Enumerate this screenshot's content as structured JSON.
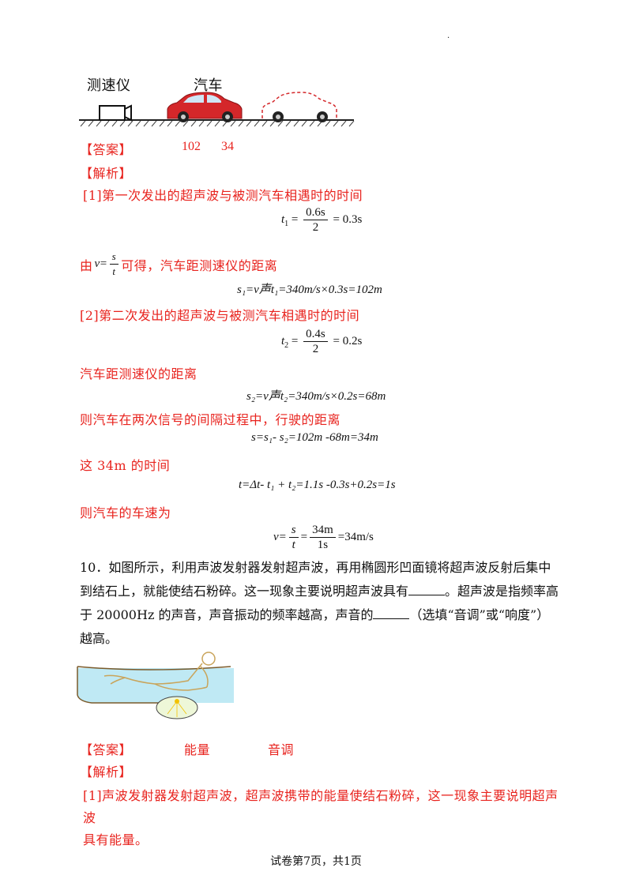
{
  "top_dot": ".",
  "figure1": {
    "label_device": "测速仪",
    "label_car": "汽车"
  },
  "q9": {
    "answer_label": "【答案】",
    "answer_values": [
      "102",
      "34"
    ],
    "analysis_label": "【解析】",
    "step1_text": "[1]第一次发出的超声波与被测汽车相遇时的时间",
    "eq1": {
      "lhs": "t",
      "lhs_sub": "1",
      "num": "0.6s",
      "den": "2",
      "result": "= 0.3s"
    },
    "step_from_prefix": "由",
    "step_from_formula_v": "v",
    "step_from_num": "s",
    "step_from_den": "t",
    "step_from_suffix": "可得，汽车距测速仪的距离",
    "eq2": "s₁=v声t₁=340m/s×0.3s=102m",
    "step2_text": "[2]第二次发出的超声波与被测汽车相遇时的时间",
    "eq3": {
      "lhs": "t",
      "lhs_sub": "2",
      "num": "0.4s",
      "den": "2",
      "result": "= 0.2s"
    },
    "step3_text": "汽车距测速仪的距离",
    "eq4": "s₂=v声t₂=340m/s×0.2s=68m",
    "step4_text": "则汽车在两次信号的间隔过程中，行驶的距离",
    "eq5": "s=s₁- s₂=102m -68m=34m",
    "step5_text": "这 34m 的时间",
    "eq6": "t=Δt- t₁ + t₂=1.1s -0.3s+0.2s=1s",
    "step6_text": "则汽车的车速为",
    "eq7": {
      "lhs": "v=",
      "num1": "s",
      "den1": "t",
      "eq": "=",
      "num2": "34m",
      "den2": "1s",
      "result": "=34m/s"
    }
  },
  "q10": {
    "question": "10．如图所示，利用声波发射器发射超声波，再用椭圆形凹面镜将超声波反射后集中到结石上，就能使结石粉碎。这一现象主要说明超声波具有_____。超声波是指频率高于 20000Hz 的声音，声音振动的频率越高，声音的_____（选填“音调”或“响度”）越高。",
    "q_line1": "10．如图所示，利用声波发射器发射超声波，再用椭圆形凹面镜将超声波反射后集中",
    "q_line2": "到结石上，就能使结石粉碎。这一现象主要说明超声波具有",
    "q_line2b": "。超声波是指频率高",
    "q_line3a": "于 20000Hz 的声音，声音振动的频率越高，声音的",
    "q_line3b": "（选填“音调”或“响度”）",
    "q_line4": "越高。",
    "answer_label": "【答案】",
    "answer_values": [
      "能量",
      "音调"
    ],
    "analysis_label": "【解析】",
    "analysis_line1": "[1]声波发射器发射超声波，超声波携带的能量使结石粉碎，这一现象主要说明超声波",
    "analysis_line2": "具有能量。"
  },
  "footer": "试卷第7页，共1页"
}
